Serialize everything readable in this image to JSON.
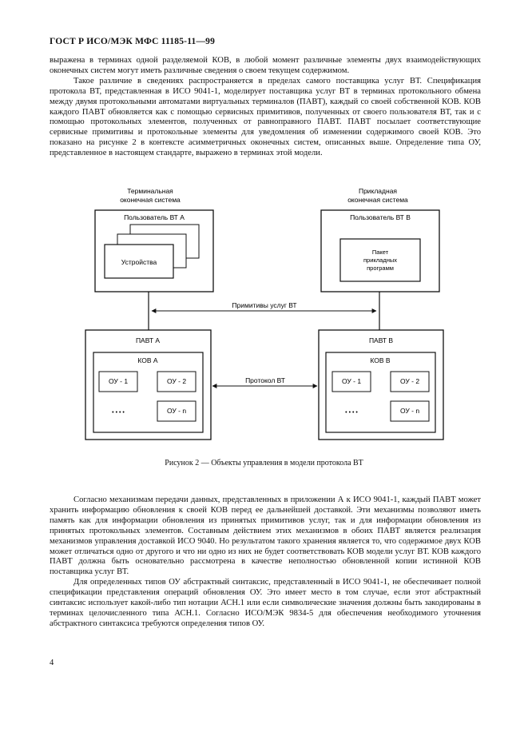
{
  "header": "ГОСТ Р ИСО/МЭК МФС 11185-11—99",
  "paragraphs_top": [
    "выражена в терминах одной разделяемой КОВ, в любой момент различные элементы двух взаимодействующих оконечных систем могут иметь различные сведения о своем текущем содержимом.",
    "Такое различие в сведениях распространяется в пределах самого поставщика услуг ВТ. Спецификация протокола ВТ, представленная в ИСО 9041-1, моделирует поставщика услуг ВТ в терминах протокольного обмена между двумя протокольными автоматами виртуальных терминалов (ПАВТ), каждый со своей собственной КОВ. КОВ каждого ПАВТ обновляется как с помощью сервисных примитивов, полученных от своего пользователя ВТ, так и с помощью протокольных элементов, полученных от равноправного ПАВТ. ПАВТ посылает соответствующие сервисные примитивы и протокольные элементы для уведомления об изменении содержимого своей КОВ. Это показано на рисунке 2 в контексте асимметричных оконечных систем, описанных выше. Определение типа ОУ, представленное в настоящем стандарте, выражено в терминах этой модели."
  ],
  "diagram": {
    "left_system_title": [
      "Терминальная",
      "оконечная система"
    ],
    "right_system_title": [
      "Прикладная",
      "оконечная система"
    ],
    "user_a": "Пользователь ВТ А",
    "user_b": "Пользователь ВТ В",
    "devices": "Устройства",
    "app_package": [
      "Пакет",
      "прикладных",
      "программ"
    ],
    "service_primitives": "Примитивы услуг ВТ",
    "pavt_a": "ПАВТ А",
    "pavt_b": "ПАВТ В",
    "kov_a": "КОВ А",
    "kov_b": "КОВ В",
    "protocol": "Протокол ВТ",
    "ou1": "ОУ - 1",
    "ou2": "ОУ - 2",
    "oun": "ОУ - n",
    "dots": "• • • •"
  },
  "caption": "Рисунок 2 — Объекты управления в модели протокола ВТ",
  "paragraphs_bottom": [
    "Согласно механизмам передачи данных, представленных в приложении А к ИСО 9041-1, каждый ПАВТ может хранить информацию обновления к своей КОВ перед ее дальнейшей доставкой. Эти механизмы позволяют иметь память как для информации обновления из принятых примитивов услуг, так и для информации обновления из принятых протокольных элементов. Составным действием этих механизмов в обоих ПАВТ является реализация механизмов управления доставкой ИСО 9040. Но результатом такого хранения является то, что содержимое двух КОВ может отличаться одно от другого и что ни одно из них не будет соответствовать КОВ модели услуг ВТ. КОВ каждого ПАВТ должна быть основательно рассмотрена в качестве неполностью обновленной копии истинной КОВ поставщика услуг ВТ.",
    "Для определенных типов ОУ абстрактный синтаксис, представленный в ИСО 9041-1, не обеспечивает полной спецификации представления операций обновления ОУ. Это имеет место в том случае, если этот абстрактный синтаксис использует какой-либо тип нотации АСН.1 или если символические значения должны быть закодированы в терминах целочисленного типа АСН.1. Согласно ИСО/МЭК 9834-5 для обеспечения необходимого уточнения абстрактного синтаксиса требуются определения типов ОУ."
  ],
  "page_number": "4"
}
